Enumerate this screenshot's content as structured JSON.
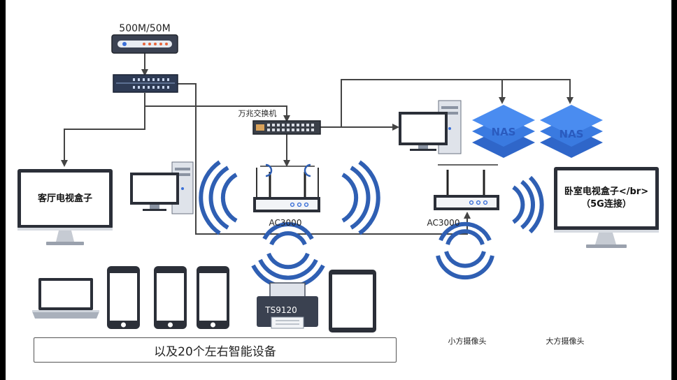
{
  "diagram": {
    "modem_label": "500M/50M",
    "switch_label": "万兆交换机",
    "router1_label": "AC3000",
    "router2_label": "AC3000",
    "nas1_label": "NAS",
    "nas2_label": "NAS",
    "living_tv_label": "客厅电视盒子",
    "bedroom_tv_label": "卧室电视盒子</br>（5G连接）",
    "printer_label": "TS9120",
    "small_camera_label": "小方摄像头",
    "big_camera_label": "大方摄像头",
    "devices_label": "以及20个左右智能设备"
  },
  "colors": {
    "background": "#000000",
    "connector": "#444444",
    "wifi": "#2f5fb3",
    "nas": "#3a7ae0",
    "device_frame": "#2b2f38"
  }
}
